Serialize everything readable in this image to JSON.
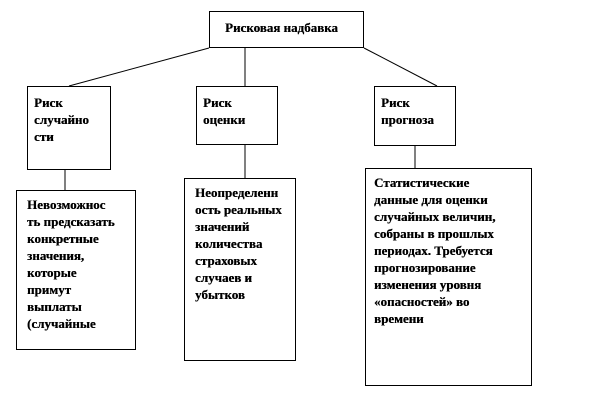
{
  "root": {
    "label": "Рисковая надбавка"
  },
  "branches": [
    {
      "category": "Риск\nслучайно\nсти",
      "description": "Невозможнос\nть предсказать\nконкретные\nзначения,\nкоторые\nпримут\nвыплаты\n(случайные"
    },
    {
      "category": "Риск\nоценки",
      "description": "Неопределенн\nость реальных\nзначений\nколичества\nстраховых\nслучаев и\nубытков"
    },
    {
      "category": "Риск\nпрогноза",
      "description": "Статистические\nданные для оценки\nслучайных величин,\nсобраны в прошлых\nпериодах. Требуется\nпрогнозирование\nизменения уровня\n«опасностей» во\nвремени"
    }
  ],
  "colors": {
    "line": "#000000",
    "border": "#000000",
    "background": "#ffffff"
  }
}
